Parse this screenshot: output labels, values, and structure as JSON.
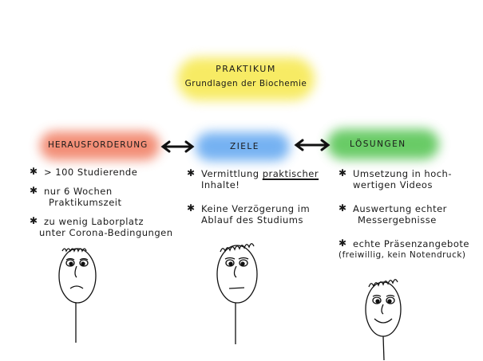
{
  "header": {
    "title": "PRAKTIKUM",
    "subtitle": "Grundlagen der Biochemie",
    "color": "#f6e84a"
  },
  "categories": [
    {
      "id": "herausforderung",
      "label": "HERAUSFORDERUNG",
      "color": "#f07a5e"
    },
    {
      "id": "ziele",
      "label": "ZIELE",
      "color": "#5ea5f0"
    },
    {
      "id": "loesungen",
      "label": "LÖSUNGEN",
      "color": "#4fc24c"
    }
  ],
  "herausforderung": {
    "items": [
      {
        "lines": [
          "> 100 Studierende"
        ]
      },
      {
        "lines": [
          "nur 6 Wochen",
          "Praktikumszeit"
        ]
      },
      {
        "lines": [
          "zu wenig Laborplatz",
          "unter Corona-Bedingungen"
        ]
      }
    ]
  },
  "ziele": {
    "items": [
      {
        "lines": [
          "Vermittlung ",
          "praktischer",
          "Inhalte!"
        ]
      },
      {
        "lines": [
          "Keine Verzögerung im",
          "Ablauf des Studiums"
        ]
      }
    ]
  },
  "loesungen": {
    "items": [
      {
        "lines": [
          "Umsetzung in hoch-",
          "wertigen Videos"
        ]
      },
      {
        "lines": [
          "Auswertung echter",
          "Messergebnisse"
        ]
      },
      {
        "lines": [
          "echte Präsenzangebote",
          "(freiwillig, kein Notendruck)"
        ]
      }
    ]
  },
  "faces": {
    "left": "sad-face-icon",
    "middle": "neutral-face-icon",
    "right": "smiling-face-icon"
  }
}
